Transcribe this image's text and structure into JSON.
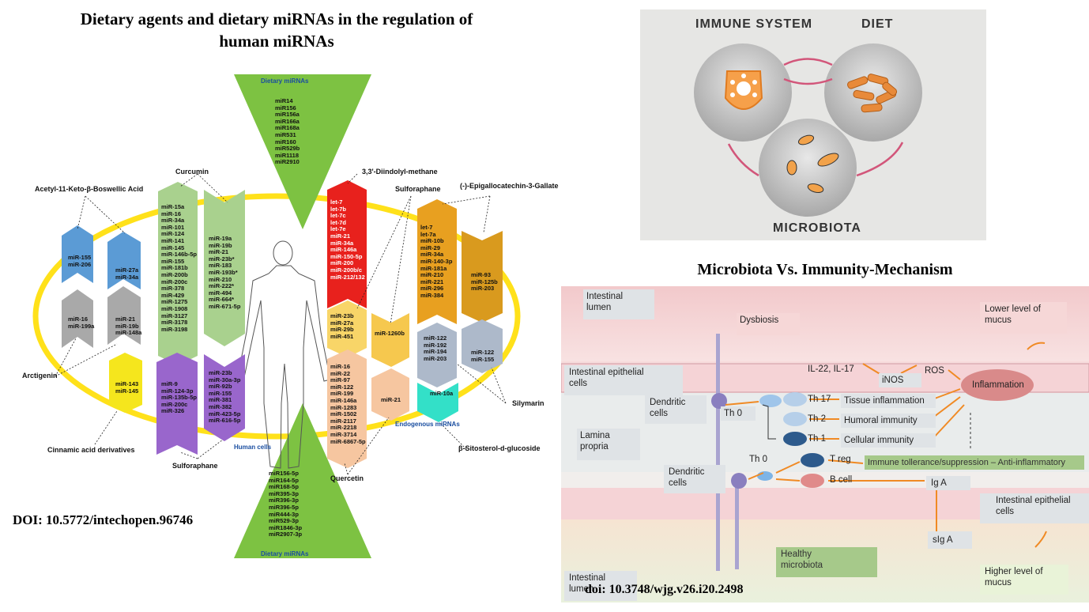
{
  "left": {
    "title_line1": "Dietary agents and dietary miRNAs in the regulation of",
    "title_line2": "human miRNAs",
    "doi": "DOI: 10.5772/intechopen.96746",
    "dietary_mirnas_top_label": "Dietary miRNAs",
    "dietary_mirnas_top": "miR14\nmiR156\nmiR156a\nmiR166a\nmiR168a\nmiR531\nmiR160\nmiR529b\nmiR1118\nmiR2910",
    "dietary_mirnas_bottom_label": "Dietary miRNAs",
    "dietary_mirnas_bottom": "miR156-5p\nmiR164-5p\nmiR168-5p\nmiR395-3p\nmiR396-3p\nmiR396-5p\nmiR444-3p\nmiR529-3p\nmiR1846-3p\nmiR2907-3p",
    "human_cells_label": "Human cells",
    "endogenous_label": "Endogenous miRNAs",
    "agents": {
      "akba": "Acetyl-11-Keto-β-Boswellic Acid",
      "curcumin": "Curcumin",
      "arctigenin": "Arctigenin",
      "cinnamic": "Cinnamic acid derivatives",
      "sulforaphane_bottom": "Sulforaphane",
      "diindolyl": "3,3'-Diindolyl-methane",
      "sulforaphane_top": "Sulforaphane",
      "egcg": "(-)-Epigallocatechin-3-Gallate",
      "silymarin": "Silymarin",
      "sitosterol": "β-Sitosterol-d-glucoside",
      "quercetin": "Quercetin"
    },
    "lists": {
      "blue1": "miR-155\nmiR-206",
      "blue2": "miR-27a\nmiR-34a",
      "grey1": "miR-16\nmiR-199a",
      "grey2": "miR-21\nmiR-19b\nmiR-148a",
      "yellow": "miR-143\nmiR-145",
      "green1": "miR-15a\nmiR-16\nmiR-34a\nmiR-101\nmiR-124\nmiR-141\nmiR-145\nmiR-146b-5p\nmiR-155\nmiR-181b\nmiR-200b\nmiR-200c\nmiR-378\nmiR-429\nmiR-1275\nmiR-1908\nmiR-3127\nmiR-3178\nmiR-3198",
      "green2": "miR-19a\nmiR-19b\nmiR-21\nmiR-23b*\nmiR-183\nmiR-193b*\nmiR-210\nmiR-222*\nmiR-494\nmiR-664*\nmiR-671-5p",
      "purple1": "miR-9\nmiR-124-3p\nmiR-135b-5p\nmiR-200c\nmiR-326",
      "purple2": "miR-23b\nmiR-30a-3p\nmiR-92b\nmiR-155\nmiR-381\nmiR-382\nmiR-423-5p\nmiR-616-5p",
      "red": "let-7\nlet-7b\nlet-7c\nlet-7d\nlet-7e\nmiR-21\nmiR-34a\nmiR-146a\nmiR-150-5p\nmiR-200\nmiR-200b/c\nmiR-212/132",
      "lightyellow": "miR-23b\nmiR-27a\nmiR-29b\nmiR-451",
      "yellow2": "miR-1260b",
      "peach": "miR-16\nmiR-22\nmiR-97\nmiR-122\nmiR-199\nmiR-146a\nmiR-1283\nmiR-1502\nmiR-2117\nmiR-2218\nmiR-3714\nmiR-6867-5p",
      "peach2": "miR-21",
      "orange1": "let-7\nlet-7a\nmiR-10b\nmiR-29\nmiR-34a\nmiR-140-3p\nmiR-181a\nmiR-210\nmiR-221\nmiR-296\nmiR-384",
      "orange2": "miR-93\nmiR-125b\nmiR-203",
      "slate1": "miR-122\nmiR-192\nmiR-194\nmiR-203",
      "slate2": "miR-122\nmiR-155",
      "cyan": "miR-10a"
    }
  },
  "ids": {
    "immune": "IMMUNE SYSTEM",
    "diet": "DIET",
    "microbiota": "MICROBIOTA"
  },
  "mech": {
    "title": "Microbiota Vs. Immunity-Mechanism",
    "intestinal_lumen_top": "Intestinal\nlumen",
    "dysbiosis": "Dysbiosis",
    "lower_mucus": "Lower level of\nmucus",
    "epithelial_top": "Intestinal epithelial\ncells",
    "il": "IL-22, IL-17",
    "inos": "iNOS",
    "ros": "ROS",
    "inflammation": "Inflammation",
    "dendritic1": "Dendritic\ncells",
    "th0_1": "Th 0",
    "th17": "Th 17",
    "th2": "Th 2",
    "th1": "Th 1",
    "tissue_inflammation": "Tissue inflammation",
    "humoral": "Humoral immunity",
    "cellular": "Cellular immunity",
    "lamina": "Lamina\npropria",
    "dendritic2": "Dendritic\ncells",
    "th0_2": "Th 0",
    "treg": "T reg",
    "bcell": "B cell",
    "tolerance": "Immune tollerance/suppression – Anti-inflammatory",
    "iga": "Ig A",
    "epithelial_bottom": "Intestinal epithelial\ncells",
    "siga": "sIg A",
    "healthy": "Healthy\nmicrobiota",
    "intestinal_lumen_bottom": "Intestinal\nlumen",
    "higher_mucus": "Higher level of\nmucus",
    "doi": "doi: 10.3748/wjg.v26.i20.2498"
  },
  "colors": {
    "green_triangle": "#7dc242",
    "ellipse": "#ffe11a",
    "inflammation_cloud": "#d98a8a",
    "arrow": "#f08a24"
  }
}
